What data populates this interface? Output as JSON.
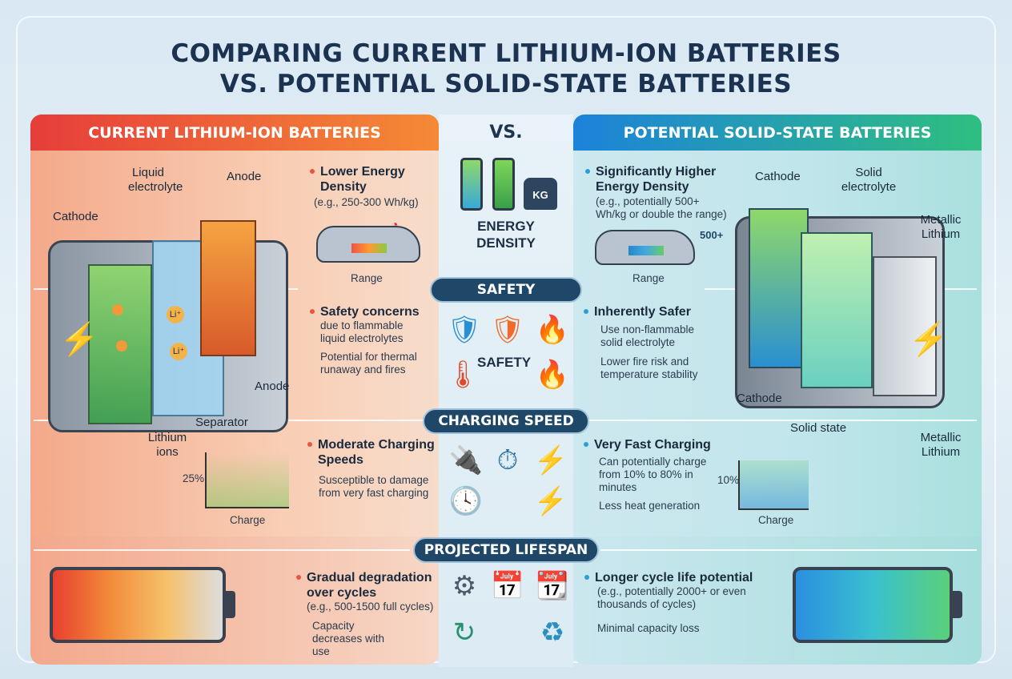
{
  "title": {
    "line1": "COMPARING CURRENT LITHIUM-ION BATTERIES",
    "line2": "VS. POTENTIAL SOLID-STATE BATTERIES"
  },
  "vs_label": "VS.",
  "left": {
    "header": "CURRENT LITHIUM-ION BATTERIES",
    "diagram_labels": {
      "cathode": "Cathode",
      "liquid_electrolyte": "Liquid electrolyte",
      "anode_top": "Anode",
      "anode_bottom": "Anode",
      "separator": "Separator",
      "lithium_ions": "Lithium ions",
      "ion": "Li⁺"
    },
    "energy": {
      "title": "Lower Energy Density",
      "detail": "(e.g., 250-300 Wh/kg)",
      "range": "Range"
    },
    "safety": {
      "title": "Safety concerns",
      "detail": "due to flammable liquid electrolytes",
      "bullets": [
        "Potential for thermal runaway and fires"
      ]
    },
    "charging": {
      "title": "Moderate Charging Speeds",
      "bullets": [
        "Susceptible to damage from very fast charging"
      ],
      "chart_label": "25%",
      "chart_axis": "Charge"
    },
    "lifespan": {
      "title": "Gradual degradation over cycles",
      "detail": "(e.g., 500-1500 full cycles)",
      "bullets": [
        "Capacity decreases with use"
      ]
    }
  },
  "right": {
    "header": "POTENTIAL SOLID-STATE BATTERIES",
    "diagram_labels": {
      "cathode_top": "Cathode",
      "solid_electrolyte": "Solid electrolyte",
      "metallic_lithium_top": "Metallic Lithium",
      "cathode_bottom": "Cathode",
      "solid_state": "Solid state",
      "metallic_lithium_bottom": "Metallic Lithium"
    },
    "energy": {
      "title": "Significantly Higher Energy Density",
      "detail": "(e.g., potentially 500+ Wh/kg or double the range)",
      "range": "Range",
      "badge": "500+"
    },
    "safety": {
      "title": "Inherently Safer",
      "bullets": [
        "Use non-flammable solid electrolyte",
        "Lower fire risk and temperature stability"
      ]
    },
    "charging": {
      "title": "Very Fast Charging",
      "bullets": [
        "Can potentially charge from 10% to 80% in minutes",
        "Less heat generation"
      ],
      "chart_label": "10%",
      "chart_axis": "Charge"
    },
    "lifespan": {
      "title": "Longer cycle life potential",
      "detail": "(e.g., potentially 2000+ or even thousands of cycles)",
      "bullets": [
        "Minimal capacity loss"
      ]
    }
  },
  "center": {
    "energy_label": "ENERGY DENSITY",
    "weight_label": "KG",
    "safety_label": "SAFETY",
    "pills": {
      "safety": "SAFETY",
      "charging": "CHARGING SPEED",
      "lifespan": "PROJECTED LIFESPAN"
    }
  },
  "colors": {
    "left_accent": "#e8463a",
    "right_accent": "#1e88d8",
    "pill": "#1f4868",
    "title": "#1b3350"
  },
  "icons": [
    "battery-icon",
    "weight-icon",
    "car-icon",
    "gauge-icon",
    "shield-check-icon",
    "shield-bolt-icon",
    "fire-icon",
    "thermometer-icon",
    "plug-icon",
    "stopwatch-icon",
    "bolt-cycle-icon",
    "clock-icon",
    "gear-icon",
    "calendar-icon",
    "cycle-icon"
  ]
}
